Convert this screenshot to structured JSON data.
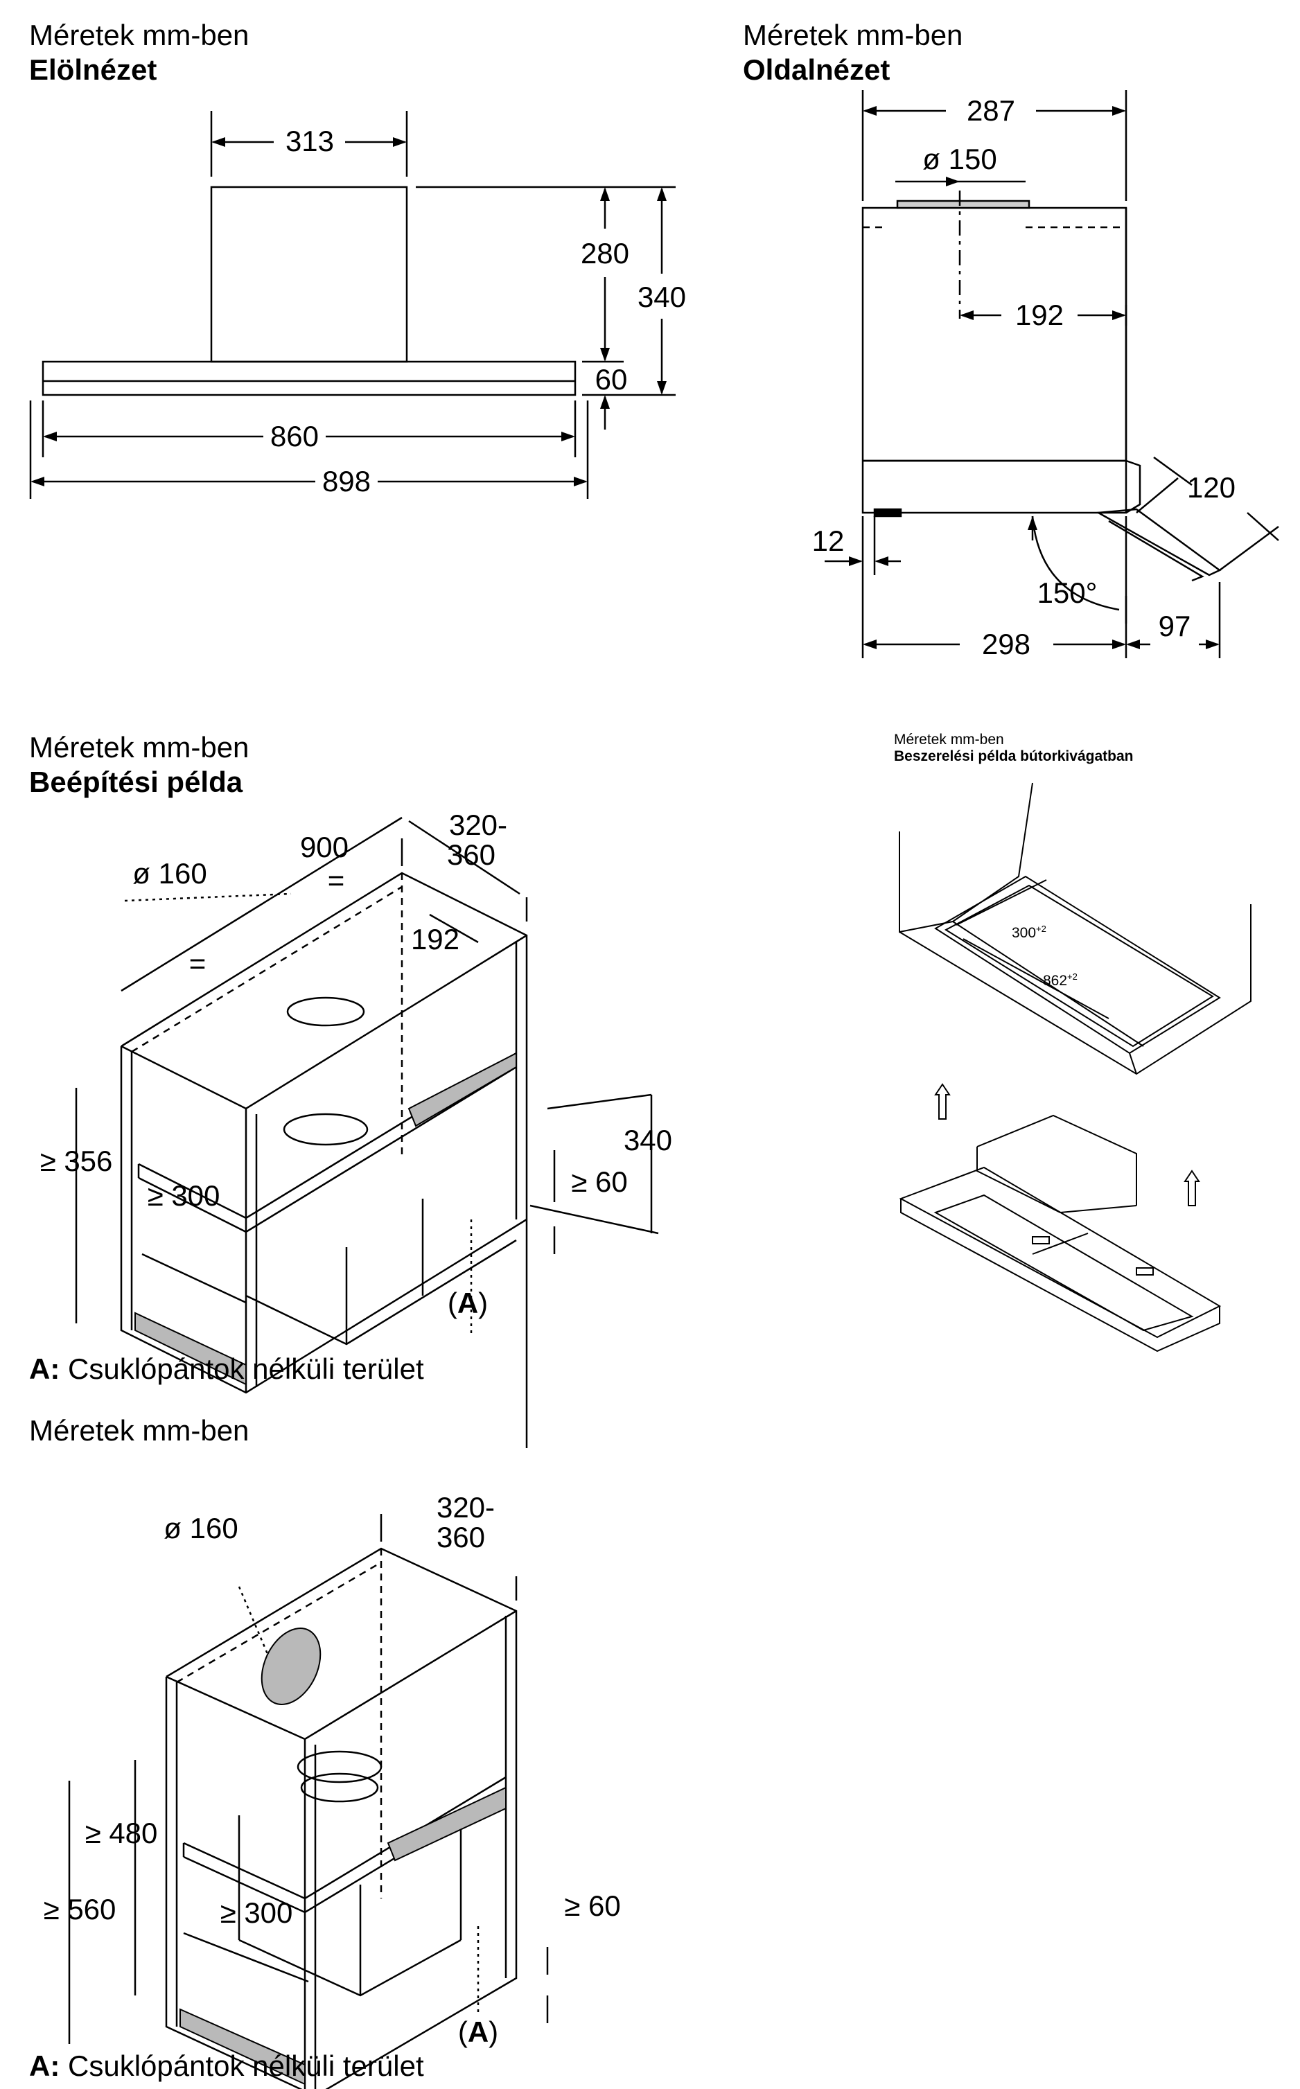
{
  "front_view": {
    "heading": "Méretek mm-ben",
    "subheading": "Elölnézet",
    "dims": {
      "chimney_width": "313",
      "chimney_height": "280",
      "total_height": "340",
      "canopy_height": "60",
      "inner_width": "860",
      "outer_width": "898"
    }
  },
  "side_view": {
    "heading": "Méretek mm-ben",
    "subheading": "Oldalnézet",
    "dims": {
      "depth": "287",
      "duct_diameter": "ø 150",
      "duct_offset": "192",
      "front_gap": "12",
      "bottom_depth": "298",
      "panel_depth": "120",
      "panel_angle": "150°",
      "panel_projection": "97"
    }
  },
  "install_example": {
    "heading": "Méretek mm-ben",
    "subheading": "Beépítési példa",
    "dims": {
      "width": "900",
      "equal": "=",
      "depth_line1": "320-",
      "depth_line2": "360",
      "duct_diameter": "ø 160",
      "duct_offset": "192",
      "min_height": "≥ 356",
      "inner_height": "340",
      "min_gap": "≥ 60",
      "min_clearance": "≥ 300",
      "area_marker": "(A)",
      "area_marker_letter": "A"
    },
    "legend_key": "A:",
    "legend_text": "Csuklópántok nélküli terület"
  },
  "cutout_example": {
    "heading": "Méretek mm-ben",
    "subheading": "Beszerelési példa bútorkivágatban",
    "dims": {
      "cut_depth": "300",
      "cut_depth_tol": "+2",
      "cut_width": "862",
      "cut_width_tol": "+2"
    }
  },
  "second_install": {
    "heading": "Méretek mm-ben",
    "dims": {
      "duct_diameter": "ø 160",
      "depth_line1": "320-",
      "depth_line2": "360",
      "min_height_outer": "≥ 560",
      "min_height_inner": "≥ 480",
      "min_clearance": "≥ 300",
      "min_gap": "≥ 60",
      "area_marker": "(A)",
      "area_marker_letter": "A"
    },
    "legend_key": "A:",
    "legend_text": "Csuklópántok nélküli terület"
  }
}
